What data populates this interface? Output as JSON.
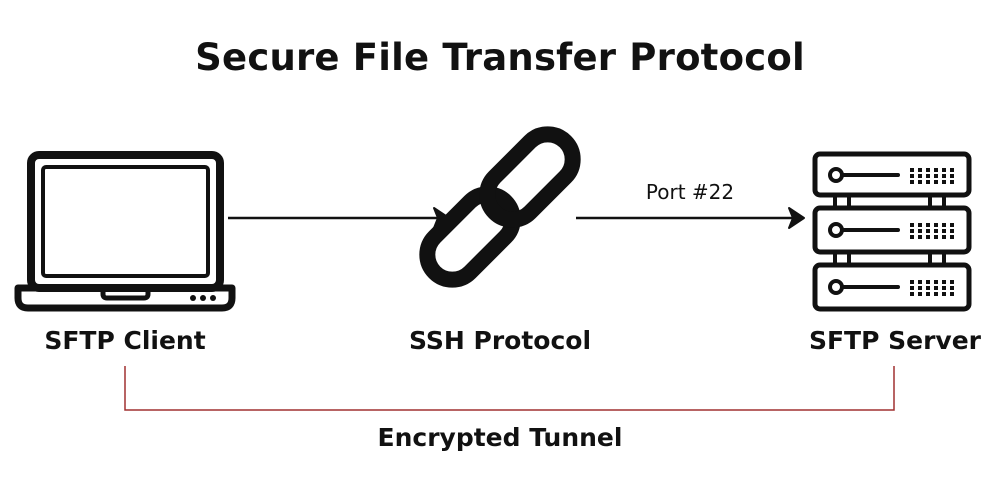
{
  "title": "Secure File Transfer Protocol",
  "nodes": {
    "client": {
      "label": "SFTP Client",
      "icon": "laptop-icon"
    },
    "protocol": {
      "label": "SSH Protocol",
      "icon": "chain-link-icon"
    },
    "server": {
      "label": "SFTP Server",
      "icon": "server-rack-icon"
    }
  },
  "edges": {
    "protocol_to_server": {
      "label": "Port #22"
    },
    "tunnel": {
      "label": "Encrypted Tunnel"
    }
  },
  "colors": {
    "ink": "#111111",
    "tunnel_line": "#a03030"
  }
}
